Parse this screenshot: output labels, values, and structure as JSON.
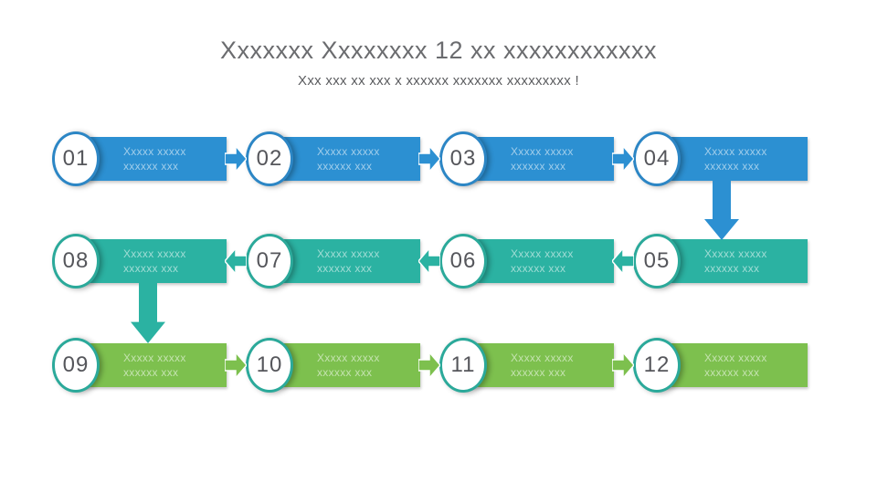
{
  "title": "Xxxxxxx Xxxxxxxx 12 xx xxxxxxxxxxxx",
  "subtitle": "Xxx xxx xx xxx x xxxxxx xxxxxxx xxxxxxxxx !",
  "colors": {
    "blue": "#2C90D2",
    "teal": "#2BB2A2",
    "green": "#7DC04E",
    "blue-border": "#2C86C5",
    "teal-border": "#2BA99A",
    "number-text": "#55565B",
    "title-text": "#6B6C6F",
    "subtitle-text": "#5B5C5F",
    "bar-text": "rgba(255,255,255,0.55)"
  },
  "steps": [
    {
      "number": "01",
      "line1": "Xxxxx xxxxx",
      "line2": "xxxxxx xxx"
    },
    {
      "number": "02",
      "line1": "Xxxxx xxxxx",
      "line2": "xxxxxx xxx"
    },
    {
      "number": "03",
      "line1": "Xxxxx xxxxx",
      "line2": "xxxxxx xxx"
    },
    {
      "number": "04",
      "line1": "Xxxxx xxxxx",
      "line2": "xxxxxx xxx"
    },
    {
      "number": "05",
      "line1": "Xxxxx xxxxx",
      "line2": "xxxxxx xxx"
    },
    {
      "number": "06",
      "line1": "Xxxxx xxxxx",
      "line2": "xxxxxx xxx"
    },
    {
      "number": "07",
      "line1": "Xxxxx xxxxx",
      "line2": "xxxxxx xxx"
    },
    {
      "number": "08",
      "line1": "Xxxxx xxxxx",
      "line2": "xxxxxx xxx"
    },
    {
      "number": "09",
      "line1": "Xxxxx xxxxx",
      "line2": "xxxxxx xxx"
    },
    {
      "number": "10",
      "line1": "Xxxxx xxxxx",
      "line2": "xxxxxx xxx"
    },
    {
      "number": "11",
      "line1": "Xxxxx xxxxx",
      "line2": "xxxxxx xxx"
    },
    {
      "number": "12",
      "line1": "Xxxxx xxxxx",
      "line2": "xxxxxx xxx"
    }
  ]
}
